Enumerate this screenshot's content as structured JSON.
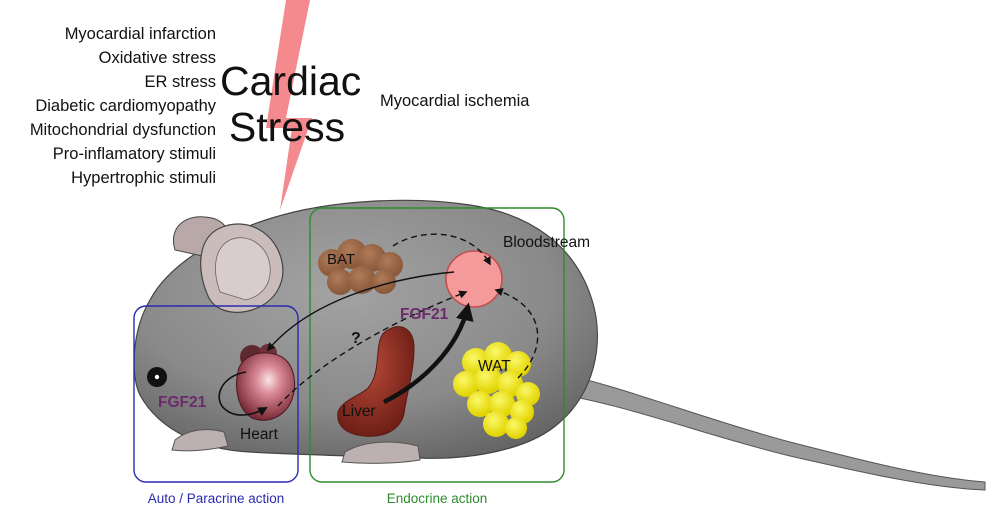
{
  "stress_causes": [
    "Myocardial infarction",
    "Oxidative stress",
    "ER stress",
    "Diabetic cardiomyopathy",
    "Mitochondrial dysfunction",
    "Pro-inflamatory stimuli",
    "Hypertrophic stimuli"
  ],
  "cardiac_stress": {
    "line1": "Cardiac",
    "line2": "Stress"
  },
  "ischemia": "Myocardial ischemia",
  "organs": {
    "bat": "BAT",
    "bloodstream": "Bloodstream",
    "liver": "Liver",
    "wat": "WAT",
    "heart": "Heart",
    "question": "?"
  },
  "hormone": {
    "left": "FGF21",
    "right": "FGF21"
  },
  "boxes": {
    "auto": "Auto / Paracrine action",
    "endocrine": "Endocrine action"
  },
  "colors": {
    "lightning": "#f4898e",
    "auto_box": "#2a2ab0",
    "endocrine_box": "#2e8b2e",
    "fgf21": "#6b2a6b",
    "bloodstream": "#f49a9a",
    "bat": "#9a6a4a",
    "wat": "#f2ee1a",
    "liver": "#8b2a20",
    "mouse_body": "#858585"
  }
}
